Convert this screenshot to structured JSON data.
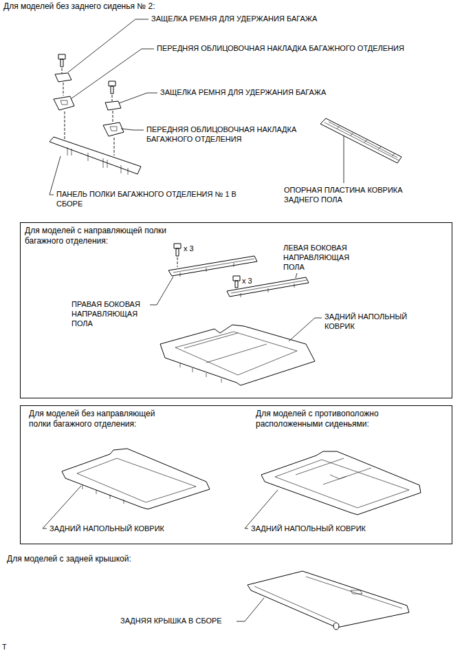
{
  "diagram": {
    "nodes": [
      {
        "text": [
          "Для моделей с направляющей полки багажного отделения:"
        ]
      },
      {
        "text": [
          "Для моделей без направляющей полки багажного отделения:",
          "Для моделей с противоположно расположенными сиденьями:"
        ]
      }
    ],
    "labels": [
      "Для моделей без заднего сиденья № 2:",
      "ЗАЩЕЛКА РЕМНЯ ДЛЯ УДЕРЖАНИЯ БАГАЖА",
      "ПЕРЕДНЯЯ ОБЛИЦОВОЧНАЯ НАКЛАДКА БАГАЖНОГО ОТДЕЛЕНИЯ",
      "ЗАЩЕЛКА РЕМНЯ ДЛЯ УДЕРЖАНИЯ БАГАЖА",
      "ПЕРЕДНЯЯ ОБЛИЦОВОЧНАЯ НАКЛАДКА БАГАЖНОГО ОТДЕЛЕНИЯ",
      "ПАНЕЛЬ ПОЛКИ БАГАЖНОГО ОТДЕЛЕНИЯ № 1 В СБОРЕ",
      "ОПОРНАЯ ПЛАСТИНА КОВРИКА ЗАДНЕГО ПОЛА",
      "x 3",
      "ЛЕВАЯ БОКОВАЯ НАПРАВЛЯЮЩАЯ ПОЛА",
      "x 3",
      "ПРАВАЯ БОКОВАЯ НАПРАВЛЯЮЩАЯ ПОЛА",
      "ЗАДНИЙ НАПОЛЬНЫЙ КОВРИК",
      "ЗАДНИЙ НАПОЛЬНЫЙ КОВРИК",
      "ЗАДНИЙ НАПОЛЬНЫЙ КОВРИК",
      "Для моделей с задней крышкой:",
      "ЗАДНЯЯ КРЫШКА В СБОРЕ",
      "T"
    ]
  }
}
